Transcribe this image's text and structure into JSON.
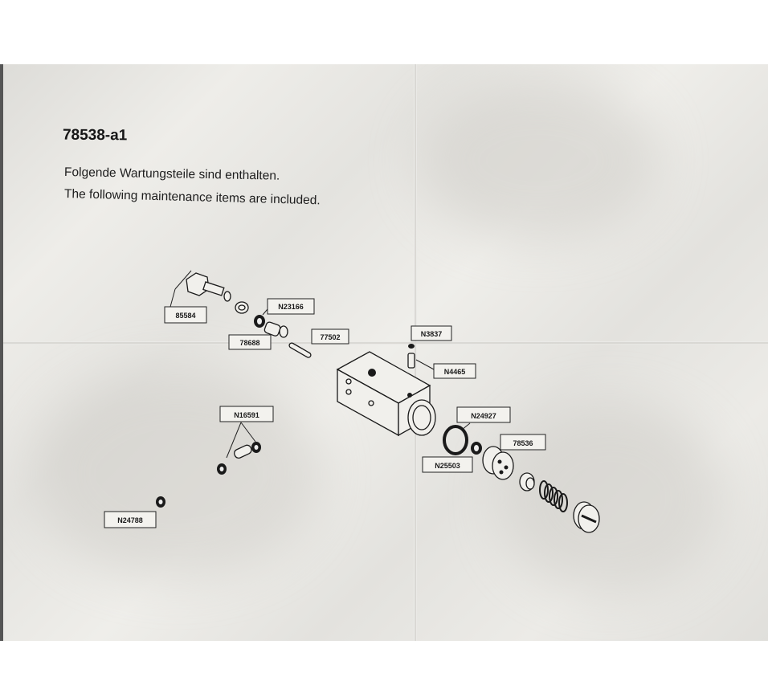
{
  "document": {
    "code": "78538-a1",
    "line_de": "Folgende Wartungsteile sind enthalten.",
    "line_en": "The following maintenance items are included."
  },
  "parts": {
    "p85584": "85584",
    "pN23166": "N23166",
    "p78688": "78688",
    "p77502": "77502",
    "pN3837": "N3837",
    "pN4465": "N4465",
    "pN16591": "N16591",
    "pN24927": "N24927",
    "p78536": "78536",
    "pN25503": "N25503",
    "pN24788": "N24788"
  }
}
